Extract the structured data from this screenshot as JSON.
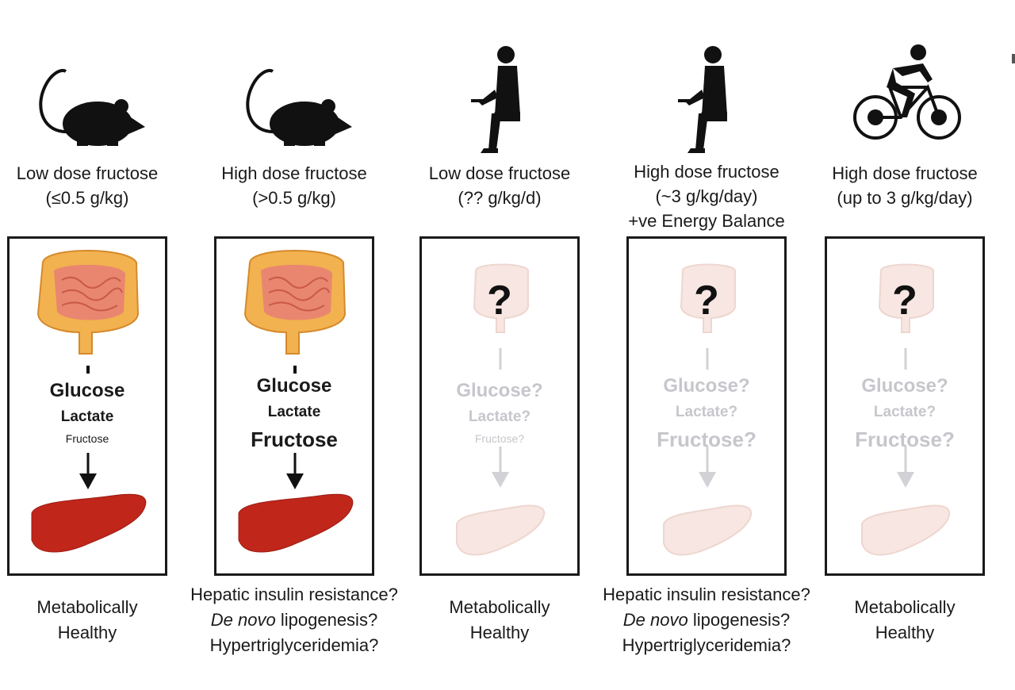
{
  "columns": [
    {
      "id": "c1",
      "icon": "mouse-icon",
      "dose_lines": [
        "Low dose fructose",
        "(≤0.5 g/kg)"
      ],
      "state": "active",
      "question": "",
      "labels": {
        "glucose": "Glucose",
        "lactate": "Lactate",
        "fructose": "Fructose"
      },
      "fructose_emphasis": "small",
      "outcome_lines": [
        "Metabolically",
        "Healthy"
      ]
    },
    {
      "id": "c2",
      "icon": "mouse-icon",
      "dose_lines": [
        "High dose fructose",
        "(>0.5 g/kg)"
      ],
      "state": "active",
      "question": "",
      "labels": {
        "glucose": "Glucose",
        "lactate": "Lactate",
        "fructose": "Fructose"
      },
      "fructose_emphasis": "big",
      "outcome_lines": [
        "Hepatic insulin resistance?",
        "De novo lipogenesis?",
        "Hypertriglyceridemia?"
      ]
    },
    {
      "id": "c3",
      "icon": "sitting-person-icon",
      "dose_lines": [
        "Low dose fructose",
        "(?? g/kg/d)"
      ],
      "state": "faded",
      "question": "?",
      "labels": {
        "glucose": "Glucose?",
        "lactate": "Lactate?",
        "fructose": "Fructose?"
      },
      "fructose_emphasis": "small",
      "outcome_lines": [
        "Metabolically",
        "Healthy"
      ]
    },
    {
      "id": "c4",
      "icon": "sitting-person-icon",
      "dose_lines": [
        "High dose fructose",
        "(~3 g/kg/day)",
        "+ve Energy Balance"
      ],
      "state": "faded",
      "question": "?",
      "labels": {
        "glucose": "Glucose?",
        "lactate": "Lactate?",
        "fructose": "Fructose?"
      },
      "fructose_emphasis": "big",
      "outcome_lines": [
        "Hepatic insulin resistance?",
        "De novo lipogenesis?",
        "Hypertriglyceridemia?"
      ]
    },
    {
      "id": "c5",
      "icon": "cyclist-icon",
      "dose_lines": [
        "High dose fructose",
        "(up to 3 g/kg/day)"
      ],
      "state": "faded",
      "question": "?",
      "labels": {
        "glucose": "Glucose?",
        "lactate": "Lactate?",
        "fructose": "Fructose?"
      },
      "fructose_emphasis": "big",
      "outcome_lines": [
        "Metabolically",
        "Healthy"
      ]
    }
  ],
  "colors": {
    "intestine_outer": "#f2b24f",
    "intestine_inner": "#e9866f",
    "liver": "#c0261a",
    "faded_organ": "#f7e6e2",
    "faded_text": "#c6c6cc",
    "border": "#1a1a1a"
  }
}
